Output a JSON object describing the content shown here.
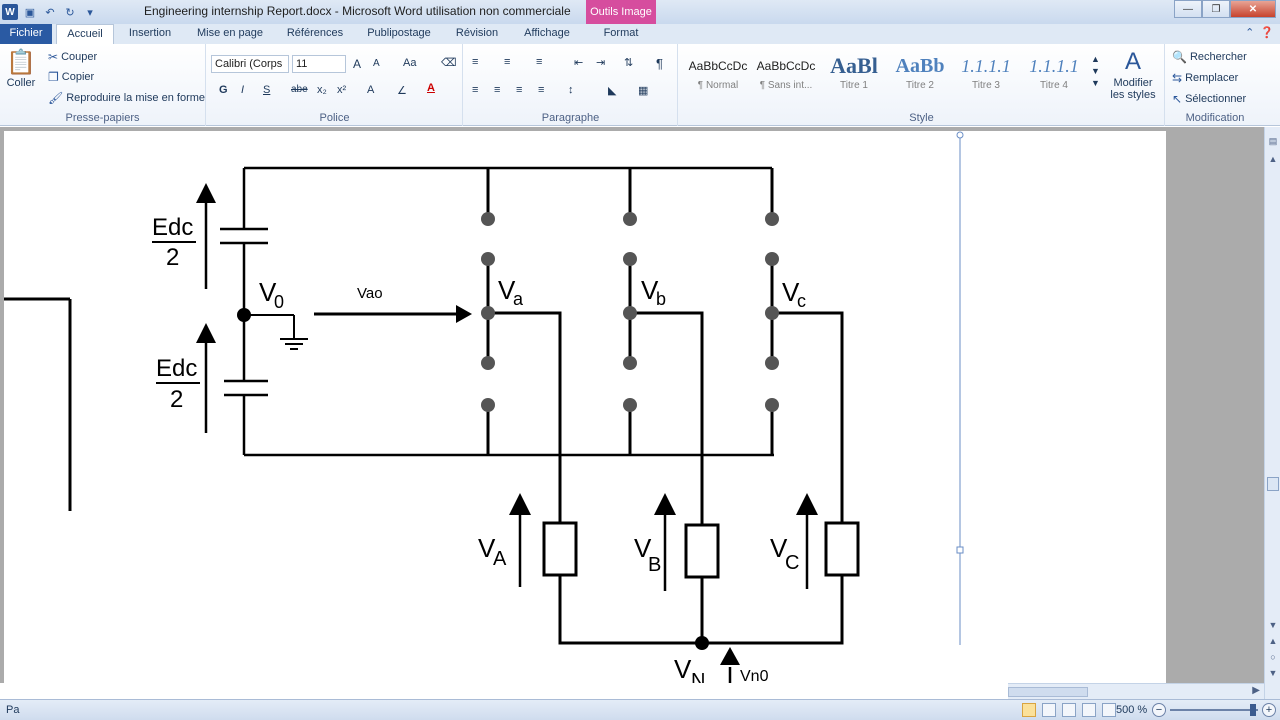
{
  "window": {
    "title": "Engineering internship Report.docx - Microsoft Word utilisation non commerciale",
    "contextual_tab_group": "Outils Image"
  },
  "quick_access": {
    "items": [
      "word-icon",
      "save-icon",
      "undo-icon",
      "redo-icon",
      "customize-icon"
    ]
  },
  "tabs": [
    {
      "label": "Fichier"
    },
    {
      "label": "Accueil"
    },
    {
      "label": "Insertion"
    },
    {
      "label": "Mise en page"
    },
    {
      "label": "Références"
    },
    {
      "label": "Publipostage"
    },
    {
      "label": "Révision"
    },
    {
      "label": "Affichage"
    },
    {
      "label": "Format"
    }
  ],
  "ribbon": {
    "clipboard": {
      "label": "Presse-papiers",
      "paste": "Coller",
      "cut": "Couper",
      "copy": "Copier",
      "format_painter": "Reproduire la mise en forme"
    },
    "font": {
      "label": "Police",
      "font_name": "Calibri (Corps",
      "font_size": "11",
      "bold": "G",
      "italic": "I",
      "underline": "S",
      "strikethrough": "abe",
      "subscript": "x₂",
      "superscript": "x²",
      "grow": "A",
      "shrink": "A",
      "case": "Aa"
    },
    "paragraph": {
      "label": "Paragraphe"
    },
    "styles": {
      "label": "Style",
      "items": [
        {
          "sample": "AaBbCcDc",
          "name": "¶ Normal"
        },
        {
          "sample": "AaBbCcDc",
          "name": "¶ Sans int..."
        },
        {
          "sample": "AaBl",
          "name": "Titre 1"
        },
        {
          "sample": "AaBb",
          "name": "Titre 2"
        },
        {
          "sample": "1.1.1.1",
          "name": "Titre 3"
        },
        {
          "sample": "1.1.1.1",
          "name": "Titre 4"
        }
      ],
      "change_styles": "Modifier les styles"
    },
    "editing": {
      "label": "Modification",
      "find": "Rechercher",
      "replace": "Remplacer",
      "select": "Sélectionner"
    }
  },
  "circuit": {
    "edc_top": "Edc",
    "edc_top_den": "2",
    "edc_bottom": "Edc",
    "edc_bottom_den": "2",
    "v0": "V",
    "v0_sub": "0",
    "vao": "Vao",
    "va": "V",
    "va_sub": "a",
    "vb": "V",
    "vb_sub": "b",
    "vc": "V",
    "vc_sub": "c",
    "vA": "V",
    "vA_sub": "A",
    "vB": "V",
    "vB_sub": "B",
    "vC": "V",
    "vC_sub": "C",
    "vN": "V",
    "vN_sub": "N",
    "vn0": "Vn0"
  },
  "status": {
    "left": "Pa",
    "zoom": "500 %"
  }
}
